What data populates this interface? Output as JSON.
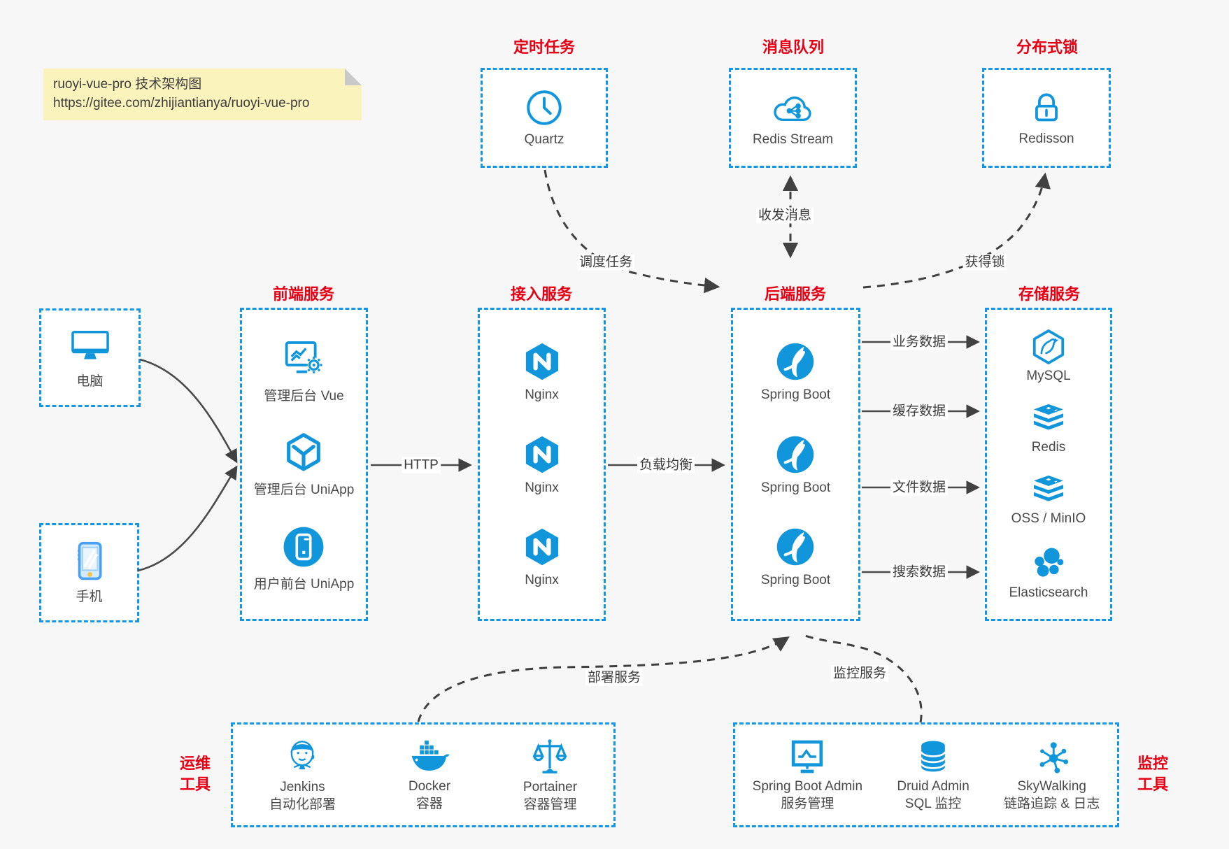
{
  "note": {
    "line1": "ruoyi-vue-pro 技术架构图",
    "line2": "https://gitee.com/zhijiantianya/ruoyi-vue-pro"
  },
  "colors": {
    "accent_blue": "#1296db",
    "border_blue": "#1496e8",
    "title_red": "#e60014",
    "arrow_gray": "#414141",
    "note_bg": "#fbf3bc",
    "canvas_bg": "#f7f7f7"
  },
  "top_services": [
    {
      "title": "定时任务",
      "icon": "clock-icon",
      "label": "Quartz"
    },
    {
      "title": "消息队列",
      "icon": "cloud-share-icon",
      "label": "Redis Stream"
    },
    {
      "title": "分布式锁",
      "icon": "lock-icon",
      "label": "Redisson"
    }
  ],
  "clients": [
    {
      "icon": "computer-icon",
      "label": "电脑"
    },
    {
      "icon": "phone-icon",
      "label": "手机"
    }
  ],
  "columns": [
    {
      "title": "前端服务",
      "items": [
        {
          "icon": "admin-vue-icon",
          "label": "管理后台 Vue"
        },
        {
          "icon": "cube-icon",
          "label": "管理后台 UniApp"
        },
        {
          "icon": "mobile-app-icon",
          "label": "用户前台 UniApp"
        }
      ]
    },
    {
      "title": "接入服务",
      "items": [
        {
          "icon": "nginx-icon",
          "label": "Nginx"
        },
        {
          "icon": "nginx-icon",
          "label": "Nginx"
        },
        {
          "icon": "nginx-icon",
          "label": "Nginx"
        }
      ]
    },
    {
      "title": "后端服务",
      "items": [
        {
          "icon": "spring-boot-icon",
          "label": "Spring Boot"
        },
        {
          "icon": "spring-boot-icon",
          "label": "Spring Boot"
        },
        {
          "icon": "spring-boot-icon",
          "label": "Spring Boot"
        }
      ]
    },
    {
      "title": "存储服务",
      "items": [
        {
          "icon": "mysql-icon",
          "label": "MySQL"
        },
        {
          "icon": "redis-icon",
          "label": "Redis"
        },
        {
          "icon": "redis-icon",
          "label": "OSS / MinIO"
        },
        {
          "icon": "elasticsearch-icon",
          "label": "Elasticsearch"
        }
      ]
    }
  ],
  "bottom_groups": [
    {
      "title": "运维\n工具",
      "items": [
        {
          "icon": "jenkins-icon",
          "label1": "Jenkins",
          "label2": "自动化部署"
        },
        {
          "icon": "docker-icon",
          "label1": "Docker",
          "label2": "容器"
        },
        {
          "icon": "portainer-icon",
          "label1": "Portainer",
          "label2": "容器管理"
        }
      ]
    },
    {
      "title": "监控\n工具",
      "items": [
        {
          "icon": "spring-boot-admin-icon",
          "label1": "Spring Boot Admin",
          "label2": "服务管理"
        },
        {
          "icon": "druid-icon",
          "label1": "Druid Admin",
          "label2": "SQL 监控"
        },
        {
          "icon": "skywalking-icon",
          "label1": "SkyWalking",
          "label2": "链路追踪 & 日志"
        }
      ]
    }
  ],
  "edges": {
    "schedule": "调度任务",
    "message": "收发消息",
    "lock": "获得锁",
    "http": "HTTP",
    "load_balance": "负载均衡",
    "business_data": "业务数据",
    "cache_data": "缓存数据",
    "file_data": "文件数据",
    "search_data": "搜索数据",
    "deploy": "部署服务",
    "monitor": "监控服务"
  }
}
